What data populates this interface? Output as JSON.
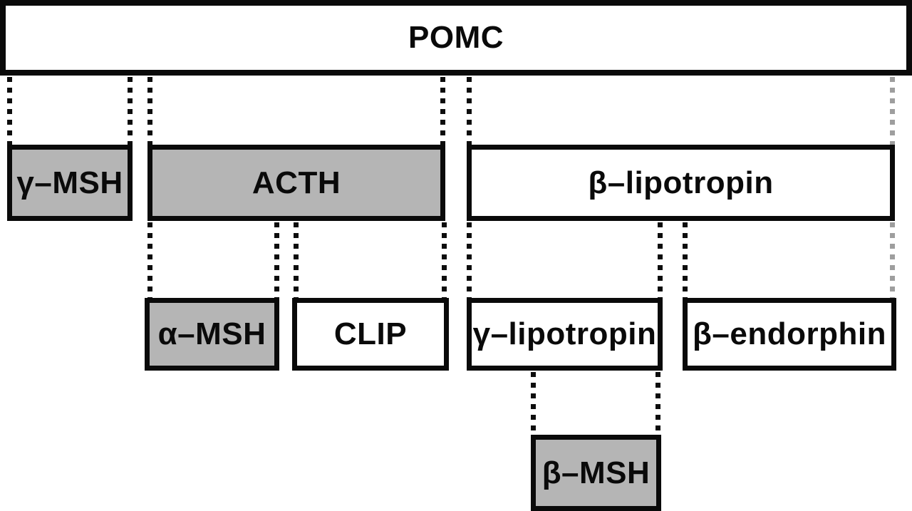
{
  "diagram": {
    "description": "POMC precursor cleavage diagram",
    "boxes": {
      "pomc": {
        "label": "POMC",
        "fill": "white"
      },
      "gamma_msh": {
        "label": "γ–MSH",
        "fill": "gray"
      },
      "acth": {
        "label": "ACTH",
        "fill": "gray"
      },
      "beta_lipotropin": {
        "label": "β–lipotropin",
        "fill": "white"
      },
      "alpha_msh": {
        "label": "α–MSH",
        "fill": "gray"
      },
      "clip": {
        "label": "CLIP",
        "fill": "white"
      },
      "gamma_lipotropin": {
        "label": "γ–lipotropin",
        "fill": "white"
      },
      "beta_endorphin": {
        "label": "β–endorphin",
        "fill": "white"
      },
      "beta_msh": {
        "label": "β–MSH",
        "fill": "gray"
      }
    },
    "colors": {
      "box_border": "#0a0a0a",
      "box_gray_fill": "#b5b5b5",
      "box_white_fill": "#ffffff",
      "dash_black": "#0d0d0d",
      "dash_gray": "#9e9e9e",
      "background": "#ffffff"
    }
  }
}
